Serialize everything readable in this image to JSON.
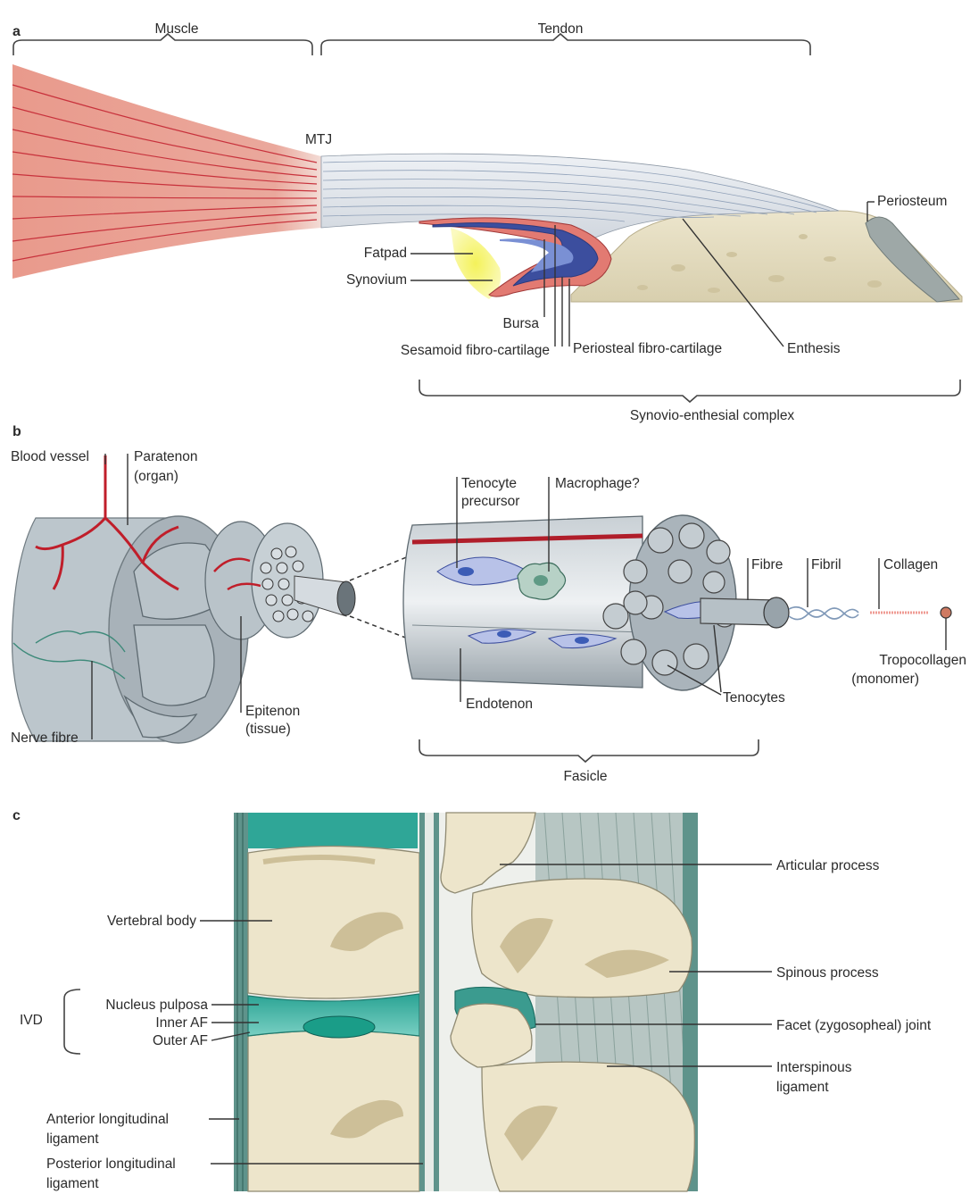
{
  "panel_a": {
    "letter": "a",
    "muscle": "Muscle",
    "tendon": "Tendon",
    "mtj": "MTJ",
    "periosteum": "Periosteum",
    "fatpad": "Fatpad",
    "synovium": "Synovium",
    "bursa": "Bursa",
    "sesamoid": "Sesamoid fibro-cartilage",
    "periosteal": "Periosteal fibro-cartilage",
    "enthesis": "Enthesis",
    "complex": "Synovio-enthesial complex"
  },
  "panel_b": {
    "letter": "b",
    "blood_vessel": "Blood vessel",
    "paratenon_1": "Paratenon",
    "paratenon_2": "(organ)",
    "epitenon_1": "Epitenon",
    "epitenon_2": "(tissue)",
    "nerve_fibre": "Nerve fibre",
    "tenocyte_precursor_1": "Tenocyte",
    "tenocyte_precursor_2": "precursor",
    "macrophage": "Macrophage?",
    "fibre": "Fibre",
    "fibril": "Fibril",
    "collagen": "Collagen",
    "tropocollagen_1": "Tropocollagen",
    "tropocollagen_2": "(monomer)",
    "endotenon": "Endotenon",
    "tenocytes": "Tenocytes",
    "fasicle": "Fasicle"
  },
  "panel_c": {
    "letter": "c",
    "articular_process": "Articular process",
    "vertebral_body": "Vertebral body",
    "spinous_process": "Spinous process",
    "ivd": "IVD",
    "nucleus_pulposa": "Nucleus pulposa",
    "inner_af": "Inner AF",
    "outer_af": "Outer AF",
    "facet_joint": "Facet (zygosopheal) joint",
    "interspinous_1": "Interspinous",
    "interspinous_2": "ligament",
    "anterior_1": "Anterior longitudinal",
    "anterior_2": "ligament",
    "posterior_1": "Posterior longitudinal",
    "posterior_2": "ligament"
  },
  "colors": {
    "muscle": "#e6968a",
    "muscle_line": "#c8323c",
    "tendon": "#e2e6ec",
    "bone": "#e4dcc2",
    "vessel": "#c01e2a",
    "tissue_grey": "#a9b3b9",
    "disc_teal": "#3fb4a6",
    "ligament_green": "#6a9e96"
  }
}
